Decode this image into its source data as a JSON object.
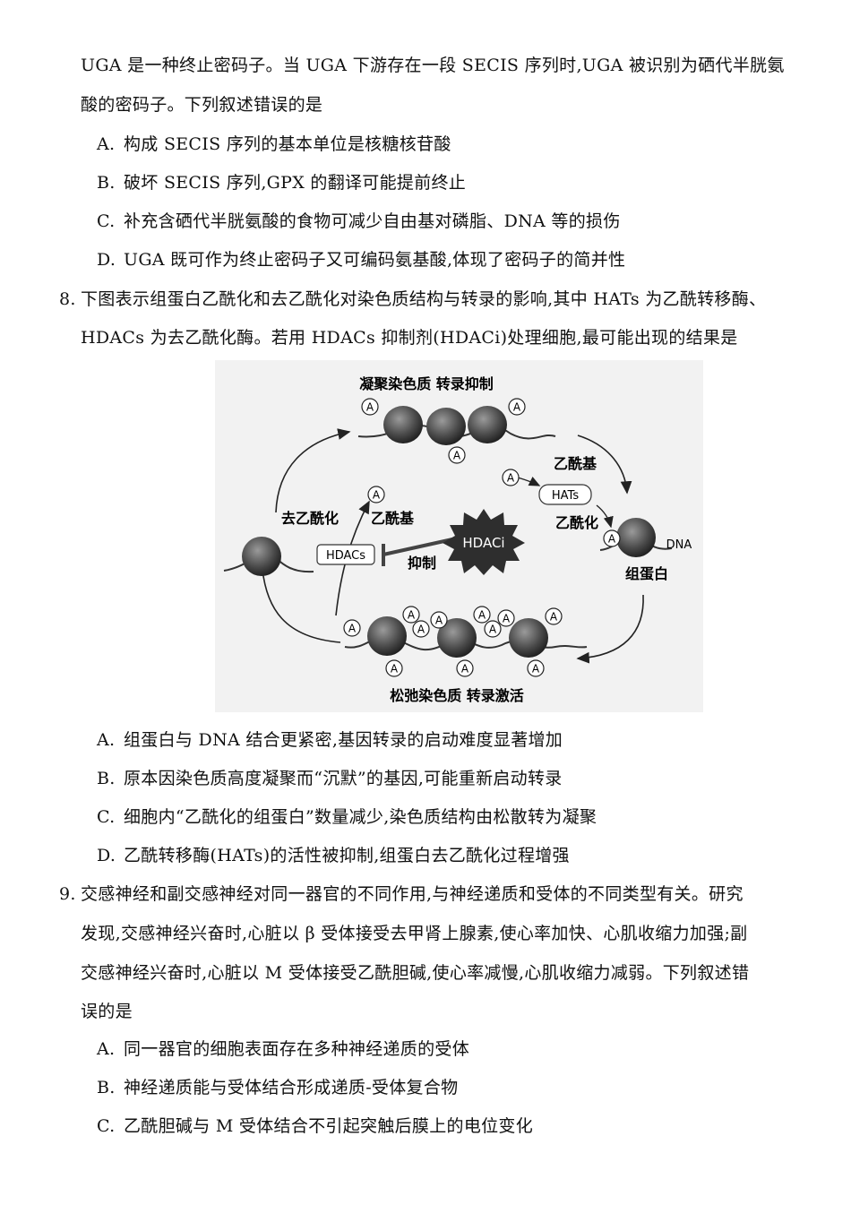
{
  "q7": {
    "stem_line1": "UGA 是一种终止密码子。当 UGA 下游存在一段 SECIS 序列时,UGA 被识别为硒代半胱氨",
    "stem_line2": "酸的密码子。下列叙述错误的是",
    "options": [
      {
        "label": "A.",
        "text": "构成 SECIS 序列的基本单位是核糖核苷酸"
      },
      {
        "label": "B.",
        "text": "破坏 SECIS 序列,GPX 的翻译可能提前终止"
      },
      {
        "label": "C.",
        "text": "补充含硒代半胱氨酸的食物可减少自由基对磷脂、DNA 等的损伤"
      },
      {
        "label": "D.",
        "text": "UGA 既可作为终止密码子又可编码氨基酸,体现了密码子的简并性"
      }
    ]
  },
  "q8": {
    "number": "8.",
    "stem_line1": "下图表示组蛋白乙酰化和去乙酰化对染色质结构与转录的影响,其中 HATs 为乙酰转移酶、",
    "stem_line2": "HDACs 为去乙酰化酶。若用 HDACs 抑制剂(HDACi)处理细胞,最可能出现的结果是",
    "figure": {
      "top_title": "凝聚染色质 转录抑制",
      "bottom_title": "松弛染色质 转录激活",
      "acetyl_right": "乙酰基",
      "acetyl_left": "乙酰基",
      "hats": "HATs",
      "acetylation": "乙酰化",
      "deacetylation": "去乙酰化",
      "hdacs": "HDACs",
      "hdaci": "HDACi",
      "inhibit": "抑制",
      "dna": "DNA",
      "histone": "组蛋白",
      "acetyl_mark": "A"
    },
    "options": [
      {
        "label": "A.",
        "text": "组蛋白与 DNA 结合更紧密,基因转录的启动难度显著增加"
      },
      {
        "label": "B.",
        "text": "原本因染色质高度凝聚而“沉默”的基因,可能重新启动转录"
      },
      {
        "label": "C.",
        "text": "细胞内“乙酰化的组蛋白”数量减少,染色质结构由松散转为凝聚"
      },
      {
        "label": "D.",
        "text": "乙酰转移酶(HATs)的活性被抑制,组蛋白去乙酰化过程增强"
      }
    ]
  },
  "q9": {
    "number": "9.",
    "stem_line1": "交感神经和副交感神经对同一器官的不同作用,与神经递质和受体的不同类型有关。研究",
    "stem_line2": "发现,交感神经兴奋时,心脏以 β 受体接受去甲肾上腺素,使心率加快、心肌收缩力加强;副",
    "stem_line3": "交感神经兴奋时,心脏以 M 受体接受乙酰胆碱,使心率减慢,心肌收缩力减弱。下列叙述错",
    "stem_line4": "误的是",
    "options": [
      {
        "label": "A.",
        "text": "同一器官的细胞表面存在多种神经递质的受体"
      },
      {
        "label": "B.",
        "text": "神经递质能与受体结合形成递质-受体复合物"
      },
      {
        "label": "C.",
        "text": "乙酰胆碱与 M 受体结合不引起突触后膜上的电位变化"
      }
    ]
  }
}
